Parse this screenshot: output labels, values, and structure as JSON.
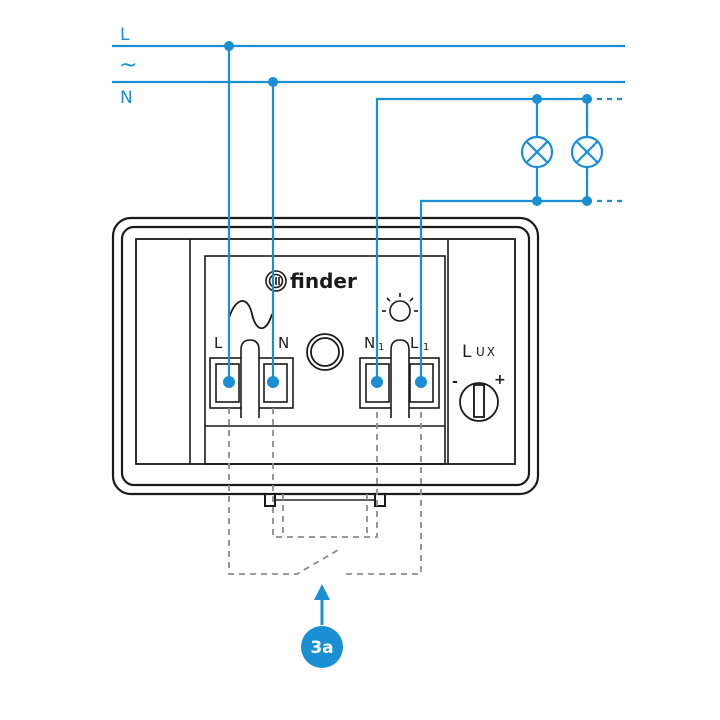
{
  "supply_labels": {
    "line": "L",
    "wave": "~",
    "neutral": "N"
  },
  "device": {
    "brand": "finder",
    "terminals": {
      "l": "L",
      "n": "N",
      "n1_main": "N",
      "n1_sub": "1",
      "l1_main": "L",
      "l1_sub": "1"
    },
    "lux": {
      "main": "L",
      "sub": "UX",
      "minus": "-",
      "plus": "+"
    }
  },
  "step_badge": "3a",
  "colors": {
    "wire": "#1a8fd4",
    "outline": "#1a1a1a",
    "dashed": "#8c8c8c",
    "badge": "#1a8fd4"
  },
  "icons": [
    "finder-logo-icon",
    "sun-icon",
    "sine-wave-icon",
    "lamp-icon",
    "knob-icon",
    "photocell-icon",
    "arrow-up-icon"
  ]
}
